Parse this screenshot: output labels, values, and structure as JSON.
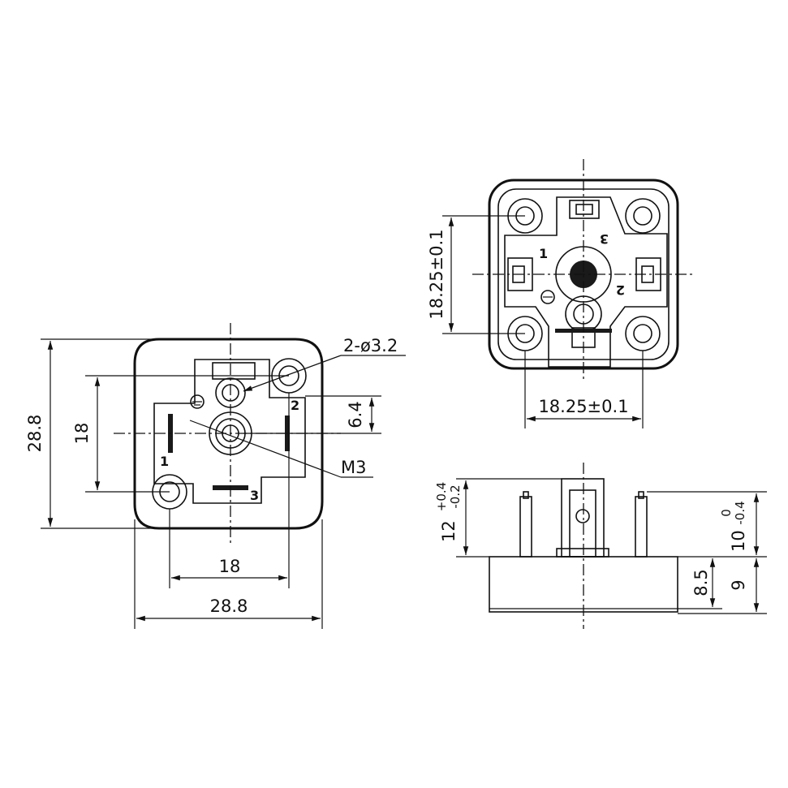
{
  "front_view": {
    "overall_height": "28.8",
    "hole_spacing_vertical": "18",
    "hole_label": "2-ø3.2",
    "offset_dim": "6.4",
    "screw_label": "M3",
    "hole_spacing_horizontal": "18",
    "overall_width": "28.8",
    "pin_labels": [
      "1",
      "2",
      "3"
    ]
  },
  "top_view": {
    "vertical_spacing": "18.25±0.1",
    "horizontal_spacing": "18.25±0.1",
    "pin_labels": [
      "1",
      "2",
      "3"
    ]
  },
  "side_view": {
    "pin_height": "12",
    "pin_height_tol_upper": "+0.4",
    "pin_height_tol_lower": "-0.2",
    "pin_length": "10",
    "pin_length_tol_upper": "0",
    "pin_length_tol_lower": "-0.4",
    "body_height_a": "8.5",
    "body_height_b": "9"
  }
}
